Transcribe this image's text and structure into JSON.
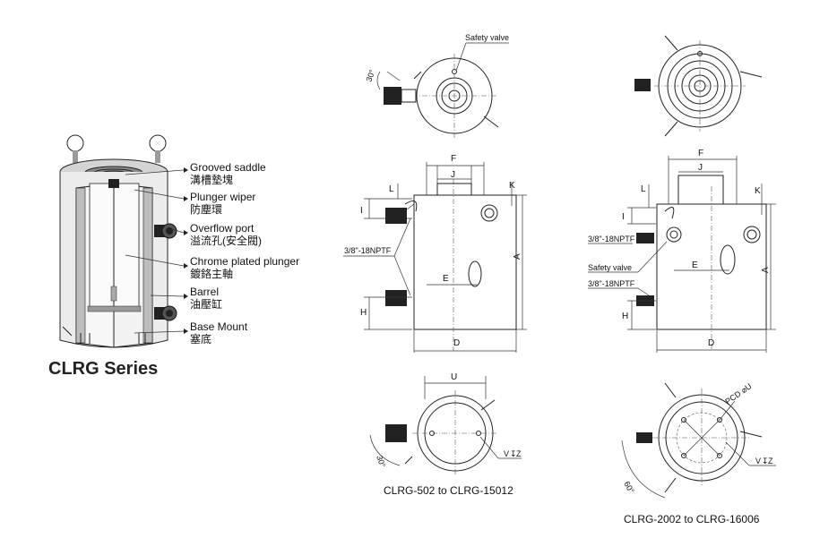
{
  "product": {
    "series_title": "CLRG Series",
    "callouts": [
      {
        "en": "Grooved saddle",
        "zh": "溝槽墊塊"
      },
      {
        "en": "Plunger wiper",
        "zh": "防塵環"
      },
      {
        "en": "Overflow port",
        "zh": "溢流孔(安全閥)"
      },
      {
        "en": "Chrome plated plunger",
        "zh": "鍍鉻主軸"
      },
      {
        "en": "Barrel",
        "zh": "油壓缸"
      },
      {
        "en": "Base Mount",
        "zh": "塞底"
      }
    ]
  },
  "drawing_left": {
    "top_view_label": "Safety valve",
    "top_angle": "30°",
    "port_label": "3/8\"-18NPTF",
    "dims": {
      "F": "F",
      "J": "J",
      "K": "K",
      "L": "L",
      "I": "I",
      "A": "A",
      "E": "E",
      "H": "H",
      "D": "D"
    },
    "bottom_dims": {
      "U": "U",
      "V": "V",
      "Z": "Z",
      "angle": "30°"
    },
    "caption": "CLRG-502  to  CLRG-15012"
  },
  "drawing_right": {
    "port_label_1": "3/8\"-18NPTF",
    "safety_label": "Safety  valve",
    "port_label_2": "3/8\"-18NPTF",
    "dims": {
      "F": "F",
      "J": "J",
      "K": "K",
      "L": "L",
      "I": "I",
      "A": "A",
      "E": "E",
      "H": "H",
      "D": "D"
    },
    "bottom_dims": {
      "PCD": "PCD ⌀U",
      "V": "V",
      "Z": "Z",
      "angle": "60°"
    },
    "caption": "CLRG-2002  to  CLRG-16006"
  }
}
